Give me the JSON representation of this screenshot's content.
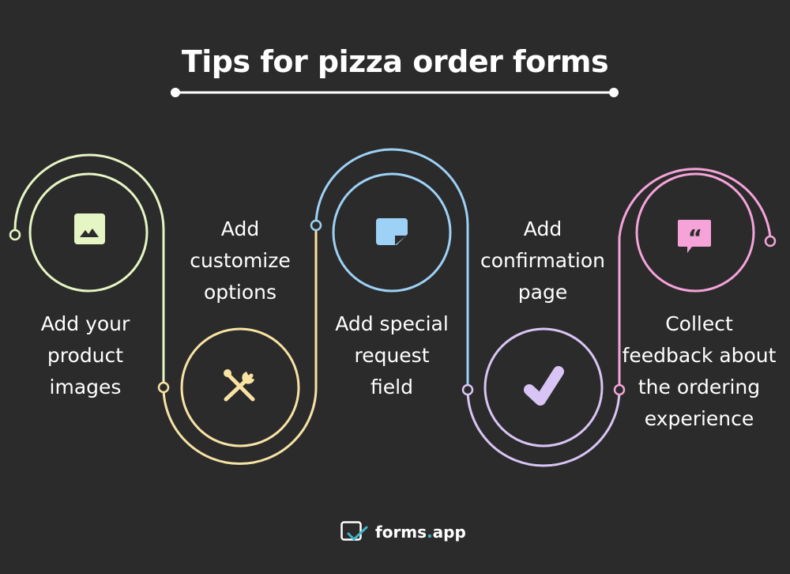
{
  "title": "Tips for pizza order forms",
  "steps": [
    {
      "label": "Add your product images",
      "lines": [
        "Add your",
        "product",
        "images"
      ],
      "icon": "image-icon",
      "color": "#e6f5c4"
    },
    {
      "label": "Add customize options",
      "lines": [
        "Add",
        "customize",
        "options"
      ],
      "icon": "tools-icon",
      "color": "#f8e3a4"
    },
    {
      "label": "Add special request field",
      "lines": [
        "Add special",
        "request",
        "field"
      ],
      "icon": "sticky-note-icon",
      "color": "#9dd1f5"
    },
    {
      "label": "Add confirmation page",
      "lines": [
        "Add",
        "confirmation",
        "page"
      ],
      "icon": "checkmark-icon",
      "color": "#d9c5f5"
    },
    {
      "label": "Collect feedback about the ordering experience",
      "lines": [
        "Collect",
        "feedback about",
        "the ordering",
        "experience"
      ],
      "icon": "quote-bubble-icon",
      "color": "#f5a3d9"
    }
  ],
  "footer": {
    "brand": "forms",
    "dot": ".",
    "suffix": "app"
  }
}
